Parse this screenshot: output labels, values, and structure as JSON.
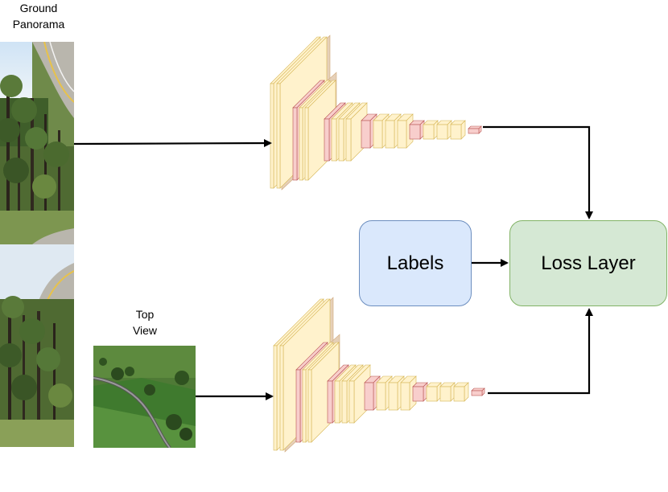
{
  "inputs": {
    "ground": {
      "label_line1": "Ground",
      "label_line2": "Panorama"
    },
    "top": {
      "label_line1": "Top",
      "label_line2": "View"
    }
  },
  "blocks": {
    "labels": "Labels",
    "loss": "Loss Layer"
  },
  "colors": {
    "labels_fill": "#dae8fc",
    "labels_stroke": "#6c8ebf",
    "loss_fill": "#d5e8d4",
    "loss_stroke": "#82b366",
    "layer_fill": "#fff2cc",
    "layer_stroke": "#d6b656",
    "conv_fill": "#f8cecc",
    "conv_stroke": "#b85450",
    "backdrop_fill": "#e6d0b8",
    "arrow": "#000000"
  }
}
